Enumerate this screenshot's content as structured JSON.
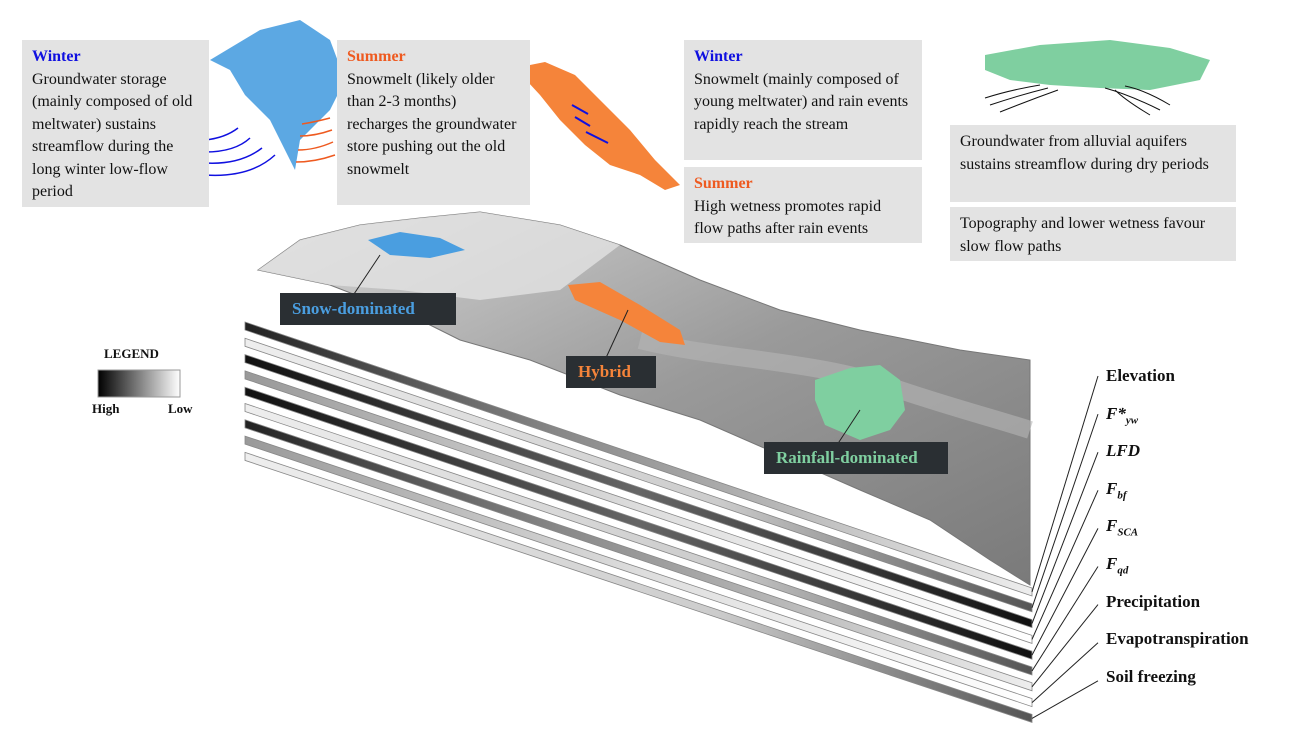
{
  "colors": {
    "snow": "#4a9ee0",
    "hybrid": "#f5843a",
    "rainfall": "#7fcfa0",
    "winter": "#1010e0",
    "summer": "#ee5a20"
  },
  "snow_panel": {
    "winter_title": "Winter",
    "winter_text": "Groundwater storage (mainly composed of old meltwater) sustains streamflow during the long winter low-flow period",
    "summer_title": "Summer",
    "summer_text": "Snowmelt (likely older than 2-3 months) recharges the groundwater store pushing out the old snowmelt"
  },
  "hybrid_panel": {
    "winter_title": "Winter",
    "winter_text": "Snowmelt (mainly composed of young meltwater) and rain events rapidly reach the stream",
    "summer_title": "Summer",
    "summer_text": "High wetness promotes rapid flow paths after rain events"
  },
  "rainfall_panel": {
    "text1": "Groundwater from alluvial aquifers sustains streamflow during dry periods",
    "text2": "Topography and lower wetness favour slow flow paths"
  },
  "regions": {
    "snow": "Snow-dominated",
    "hybrid": "Hybrid",
    "rainfall": "Rainfall-dominated"
  },
  "legend": {
    "title": "LEGEND",
    "high": "High",
    "low": "Low"
  },
  "layers": [
    {
      "label": "Elevation"
    },
    {
      "label": "F*",
      "sub": "yw"
    },
    {
      "label": "LFD"
    },
    {
      "label": "F",
      "sub": "bf"
    },
    {
      "label": "F",
      "sub": "SCA"
    },
    {
      "label": "F",
      "sub": "qd"
    },
    {
      "label": "Precipitation"
    },
    {
      "label": "Evapotranspiration"
    },
    {
      "label": "Soil freezing"
    }
  ]
}
